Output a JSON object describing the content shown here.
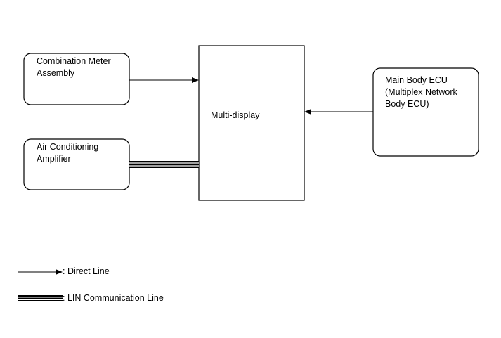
{
  "diagram": {
    "nodes": {
      "combination_meter": {
        "label": "Combination Meter\nAssembly"
      },
      "air_conditioning": {
        "label": "Air Conditioning\nAmplifier"
      },
      "multi_display": {
        "label": "Multi-display"
      },
      "main_body_ecu": {
        "label": "Main Body ECU\n(Multiplex Network\nBody ECU)"
      }
    },
    "connections": [
      {
        "from": "Combination Meter Assembly",
        "to": "Multi-display",
        "type": "Direct Line"
      },
      {
        "from": "Air Conditioning Amplifier",
        "to": "Multi-display",
        "type": "LIN Communication Line"
      },
      {
        "from": "Main Body ECU",
        "to": "Multi-display",
        "type": "Direct Line"
      }
    ]
  },
  "legend": {
    "direct_line": ": Direct Line",
    "lin_line": ": LIN Communication Line"
  },
  "colors": {
    "stroke": "#000000",
    "background": "#ffffff"
  }
}
